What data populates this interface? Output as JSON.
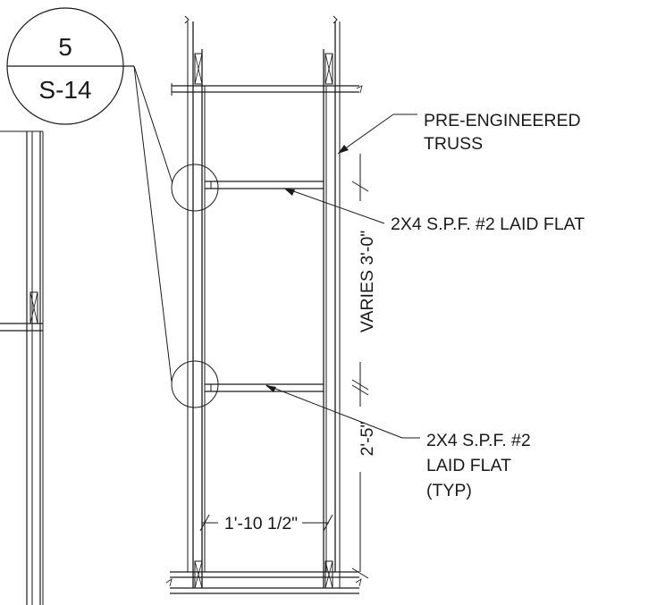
{
  "detail_marker": {
    "number": "5",
    "sheet": "S-14"
  },
  "callouts": {
    "truss": [
      "PRE-ENGINEERED",
      "TRUSS"
    ],
    "blocking_upper": "2X4 S.P.F. #2 LAID FLAT",
    "blocking_lower": [
      "2X4 S.P.F. #2",
      "LAID FLAT",
      "(TYP)"
    ]
  },
  "dimensions": {
    "upper_spacing": "VARIES 3'-0\"",
    "lower_spacing": "2'-5\"",
    "truss_spacing": "1'-10 1/2\""
  }
}
